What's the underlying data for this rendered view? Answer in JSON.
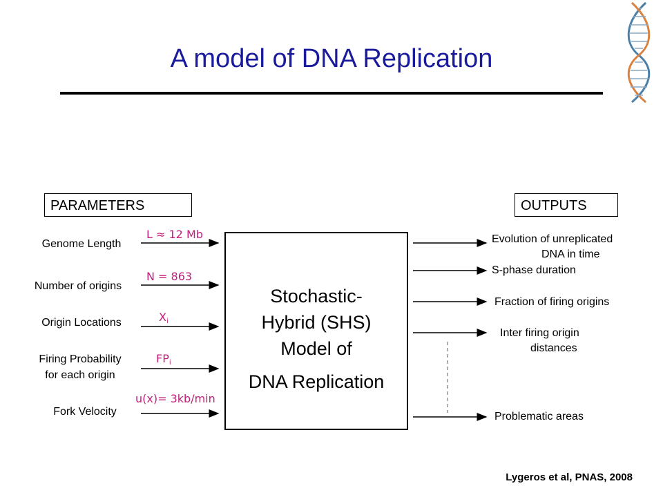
{
  "title": "A model of DNA Replication",
  "parameters_label": "PARAMETERS",
  "outputs_label": "OUTPUTS",
  "model": {
    "line1": "Stochastic-",
    "line2": "Hybrid (SHS)",
    "line3": "Model of",
    "line4": "DNA Replication"
  },
  "parameters": [
    {
      "label": "Genome Length",
      "value": "L ≈ 12 Mb"
    },
    {
      "label": "Number of origins",
      "value": "N = 863"
    },
    {
      "label": "Origin Locations",
      "value_base": "X",
      "value_sub": "i"
    },
    {
      "label_line1": "Firing Probability",
      "label_line2": "for each origin",
      "value_base": "FP",
      "value_sub": "i"
    },
    {
      "label": "Fork Velocity",
      "value": "u(x)= 3kb/min"
    }
  ],
  "outputs": [
    {
      "line1": "Evolution of unreplicated",
      "line2": "DNA in time"
    },
    {
      "line1": "S-phase duration"
    },
    {
      "line1": "Fraction of firing origins"
    },
    {
      "line1": "Inter firing origin",
      "line2": "distances"
    },
    {
      "line1": "Problematic areas"
    }
  ],
  "credit": "Lygeros et al, PNAS, 2008",
  "colors": {
    "title": "#1a1a9c",
    "param_value": "#c0207a",
    "dna_strand_a": "#4a7fa8",
    "dna_strand_b": "#d9823f"
  },
  "icons": [
    "dna-helix-icon"
  ]
}
